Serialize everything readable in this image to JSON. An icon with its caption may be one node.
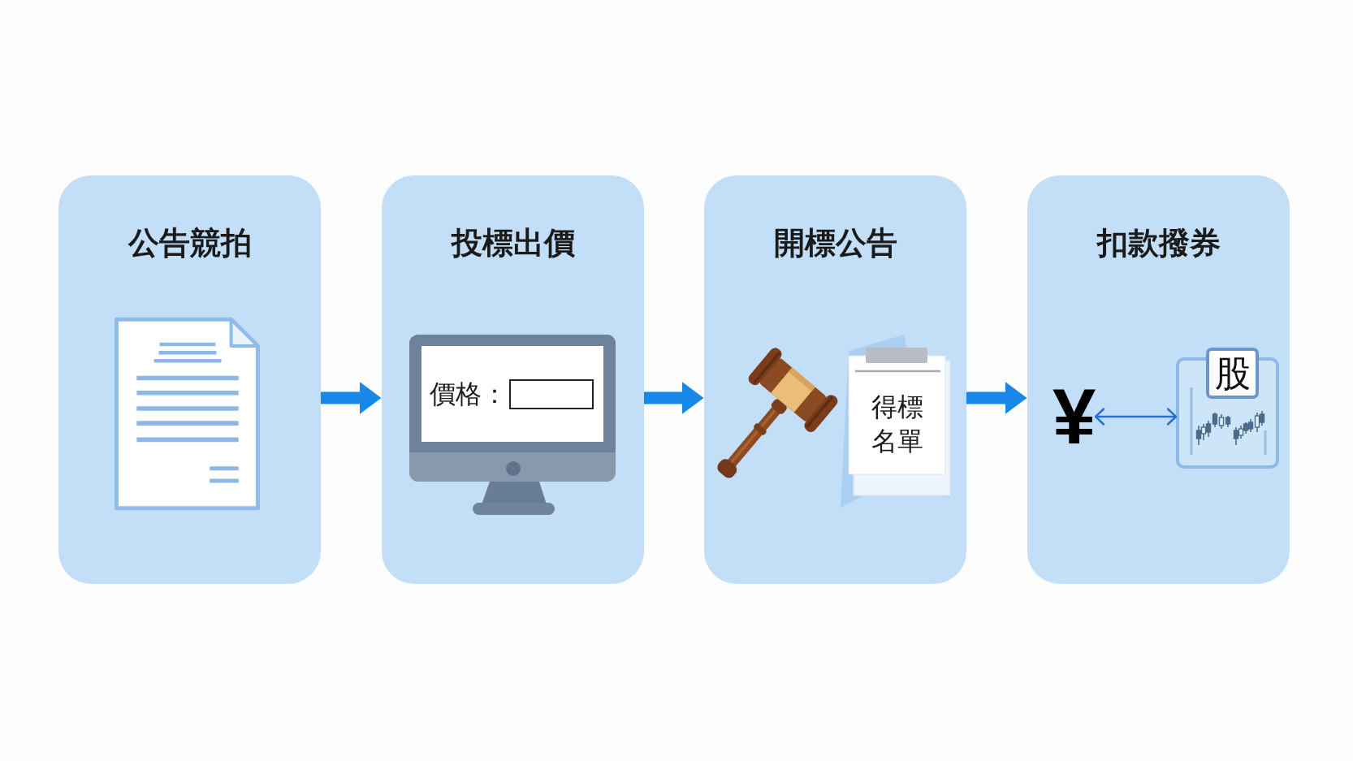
{
  "diagram": {
    "nodes": [
      {
        "text": [
          "公告競拍"
        ]
      },
      {
        "text": [
          "投標出價"
        ]
      },
      {
        "text": [
          "價格："
        ],
        "in": 1
      },
      {
        "text": [
          "開標公告"
        ]
      },
      {
        "text": [
          "得標名單"
        ],
        "in": 3
      },
      {
        "text": [
          "扣款撥券"
        ]
      },
      {
        "text": [
          "¥"
        ],
        "in": 5
      },
      {
        "text": [
          "股"
        ],
        "in": 5
      }
    ],
    "edges": [
      {
        "from": 0,
        "to": 1,
        "arrow": "to"
      },
      {
        "from": 1,
        "to": 3,
        "arrow": "to"
      },
      {
        "from": 3,
        "to": 5,
        "arrow": "to"
      },
      {
        "from": 6,
        "to": 7,
        "arrow": "both",
        "color": "#2b6fd0"
      }
    ]
  }
}
